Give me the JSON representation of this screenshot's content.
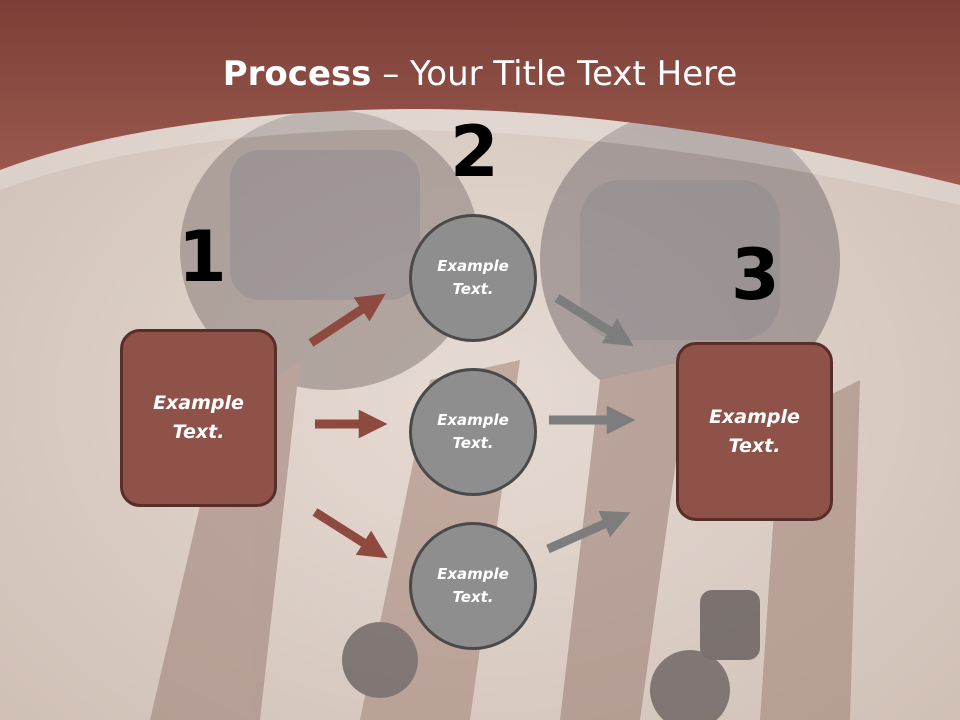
{
  "slide": {
    "title_bold": "Process",
    "title_rest": " – Your Title Text Here",
    "colors": {
      "header": "#8f5248",
      "box_fill": "#8f5248",
      "box_border": "#5a2e28",
      "circle_fill": "#8e8e8e",
      "circle_border": "#4a4a4a",
      "arrow_red": "#8f4a40",
      "arrow_gray": "#7d7d7d"
    }
  },
  "steps": {
    "n1": "1",
    "n2": "2",
    "n3": "3"
  },
  "nodes": {
    "left_box": "Example\nText.",
    "circle_top": "Example\nText.",
    "circle_middle": "Example\nText.",
    "circle_bottom": "Example\nText.",
    "right_box": "Example\nText."
  }
}
